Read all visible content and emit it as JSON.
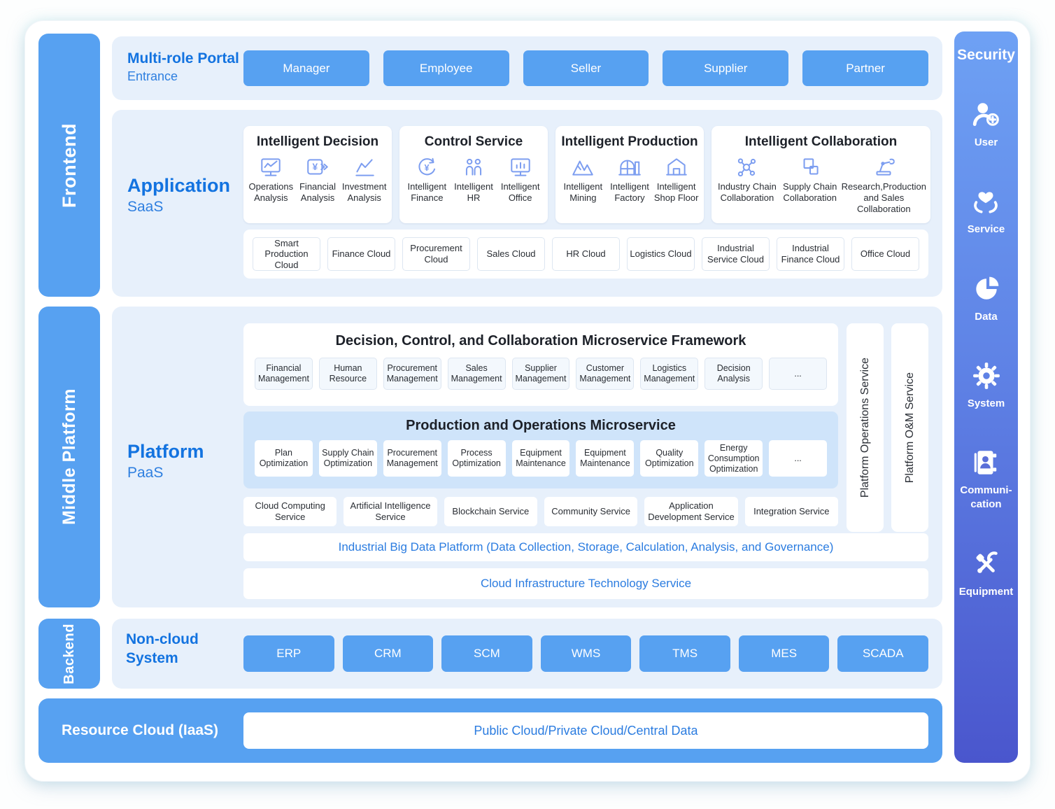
{
  "colors": {
    "primary_blue": "#57a1f1",
    "panel_blue": "#e7f0fb",
    "inner_panel_blue": "#cfe4fa",
    "heading_blue": "#1373e0",
    "subtitle_blue": "#2e7fe0",
    "bar_text_blue": "#2b7ce0",
    "security_gradient_top": "#6ea1f4",
    "security_gradient_bottom": "#4a56cd"
  },
  "left_rail": {
    "items": [
      {
        "label": "Frontend"
      },
      {
        "label": "Middle Platform"
      },
      {
        "label": "Backend"
      }
    ]
  },
  "portal": {
    "title": "Multi-role Portal",
    "subtitle": "Entrance",
    "buttons": [
      "Manager",
      "Employee",
      "Seller",
      "Supplier",
      "Partner"
    ]
  },
  "application": {
    "title": "Application",
    "subtitle": "SaaS",
    "cards": [
      {
        "title": "Intelligent Decision",
        "items": [
          {
            "icon": "monitor-chart-icon",
            "label": "Operations Analysis"
          },
          {
            "icon": "yen-transfer-icon",
            "label": "Financial Analysis"
          },
          {
            "icon": "line-chart-icon",
            "label": "Investment Analysis"
          }
        ]
      },
      {
        "title": "Control Service",
        "items": [
          {
            "icon": "yen-cycle-icon",
            "label": "Intelligent Finance"
          },
          {
            "icon": "people-icon",
            "label": "Intelligent HR"
          },
          {
            "icon": "monitor-bars-icon",
            "label": "Intelligent Office"
          }
        ]
      },
      {
        "title": "Intelligent Production",
        "items": [
          {
            "icon": "mountain-icon",
            "label": "Intelligent Mining"
          },
          {
            "icon": "factory-icon",
            "label": "Intelligent Factory"
          },
          {
            "icon": "warehouse-icon",
            "label": "Intelligent Shop Floor"
          }
        ]
      },
      {
        "title": "Intelligent Collaboration",
        "items": [
          {
            "icon": "network-icon",
            "label": "Industry Chain Collaboration"
          },
          {
            "icon": "linked-squares-icon",
            "label": "Supply Chain Collaboration"
          },
          {
            "icon": "robot-arm-icon",
            "label": "Research,Production and Sales Collaboration"
          }
        ]
      }
    ],
    "clouds": [
      "Smart Production Cloud",
      "Finance Cloud",
      "Procurement Cloud",
      "Sales Cloud",
      "HR Cloud",
      "Logistics Cloud",
      "Industrial Service Cloud",
      "Industrial Finance Cloud",
      "Office Cloud"
    ]
  },
  "platform": {
    "title": "Platform",
    "subtitle": "PaaS",
    "framework": {
      "title": "Decision, Control, and Collaboration Microservice Framework",
      "items": [
        "Financial Management",
        "Human Resource",
        "Procurement Management",
        "Sales Management",
        "Supplier Management",
        "Customer Management",
        "Logistics Management",
        "Decision Analysis",
        "..."
      ]
    },
    "production": {
      "title": "Production and Operations Microservice",
      "items": [
        "Plan Optimization",
        "Supply Chain Optimization",
        "Procurement Management",
        "Process Optimization",
        "Equipment Maintenance",
        "Equipment Maintenance",
        "Quality Optimization",
        "Energy Consumption Optimization",
        "..."
      ]
    },
    "services": [
      "Cloud Computing Service",
      "Artificial Intelligence Service",
      "Blockchain Service",
      "Community Service",
      "Application Development Service",
      "Integration Service"
    ],
    "big_data_bar": "Industrial Big Data Platform (Data Collection, Storage, Calculation, Analysis, and Governance)",
    "infra_bar": "Cloud Infrastructure Technology Service",
    "vertical_bars": [
      "Platform Operations Service",
      "Platform O&M Service"
    ]
  },
  "backend": {
    "title": "Non-cloud System",
    "buttons": [
      "ERP",
      "CRM",
      "SCM",
      "WMS",
      "TMS",
      "MES",
      "SCADA"
    ]
  },
  "resource_cloud": {
    "title": "Resource Cloud (IaaS)",
    "content": "Public Cloud/Private Cloud/Central Data"
  },
  "security": {
    "title": "Security",
    "items": [
      {
        "icon": "user-plus-icon",
        "label": "User"
      },
      {
        "icon": "hands-heart-icon",
        "label": "Service"
      },
      {
        "icon": "pie-chart-icon",
        "label": "Data"
      },
      {
        "icon": "gear-icon",
        "label": "System"
      },
      {
        "icon": "contact-book-icon",
        "label": "Communi-\ncation"
      },
      {
        "icon": "tools-icon",
        "label": "Equipment"
      }
    ]
  }
}
